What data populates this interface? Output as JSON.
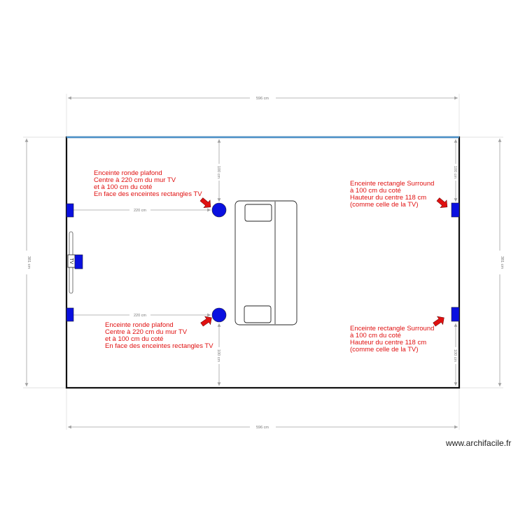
{
  "plan": {
    "room_width_label": "596 cm",
    "room_height_label": "381 cm",
    "tv_label": "TV",
    "wall_color": "#111111",
    "tv_wall_color": "#4a90c8",
    "speaker_color": "#0a10e0",
    "arrow_color": "#e01010",
    "dimension_color": "#9a9a9a"
  },
  "dimensions": {
    "top_width": "596 cm",
    "bottom_width": "596 cm",
    "left_height": "381 cm",
    "right_height": "381 cm",
    "ceiling_top_offset": "100 cm",
    "ceiling_bottom_offset": "100 cm",
    "ceiling_top_distance": "220 cm",
    "ceiling_bottom_distance": "220 cm",
    "surround_top_offset": "100 cm",
    "surround_bottom_offset": "100 cm"
  },
  "annotations": {
    "ceiling_top": "Enceinte ronde plafond\nCentre à 220 cm du mur TV\net à 100 cm du coté\nEn face des enceintes rectangles TV",
    "ceiling_bottom": "Enceinte ronde plafond\nCentre à 220 cm du mur TV\net à 100 cm du coté\nEn face des enceintes rectangles TV",
    "surround_top": "Enceinte rectangle Surround\nà 100 cm du coté\nHauteur du centre 118 cm\n(comme celle de la TV)",
    "surround_bottom": "Enceinte rectangle Surround\nà 100 cm du coté\nHauteur du centre 118 cm\n(comme celle de la TV)"
  },
  "footer": {
    "watermark": "www.archifacile.fr"
  }
}
